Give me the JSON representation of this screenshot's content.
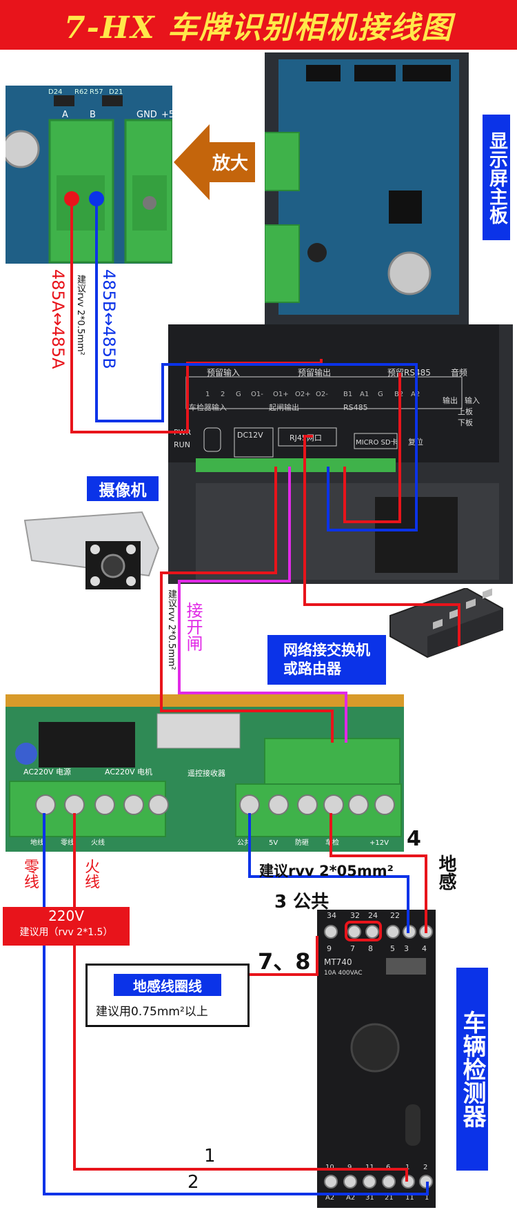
{
  "title": "7-HX 车牌识别相机接线图",
  "labels": {
    "zoom": "放大",
    "display_board": "显示屏主板",
    "wire_485a_left": "485A",
    "wire_485a_arrow": "↔",
    "wire_485a_right": "485A",
    "wire_485b_left": "485B",
    "wire_485b_arrow": "↔",
    "wire_485b_right": "485B",
    "suggest_rvv_top": "建议rvv 2*0.5mm²",
    "camera": "摄像机",
    "suggest_rvv_mid": "建议rvv 2*0.5mm²",
    "open_gate": "接开闸",
    "network_switch": "网络接交换机\n或路由器",
    "zero_line": "零线",
    "live_line": "火线",
    "power_220v": "220V",
    "power_suggest": "建议用（rvv 2*1.5）",
    "suggest_rvv_bottom": "建议rvv 2*05mm²",
    "num_4": "4",
    "ground_sense": "地感",
    "num_3_common": "3 公共",
    "num_78": "7、8",
    "loop_wire_title": "地感线圈线",
    "loop_wire_suggest": "建议用0.75mm²以上",
    "vehicle_detector": "车辆检测器",
    "num_1": "1",
    "num_2": "2"
  },
  "board_print": {
    "top_labels": [
      "预留输入",
      "预留输出",
      "预留RS485",
      "音频"
    ],
    "sub_labels": [
      "车检器输入",
      "起闸输出",
      "RS485"
    ],
    "small": [
      "PWR",
      "RUN",
      "DC12V",
      "RJ45网口",
      "MICRO SD卡",
      "复位",
      "输出",
      "输入",
      "上板",
      "下板"
    ],
    "pins": [
      "1",
      "2",
      "G",
      "O1-",
      "O1+",
      "O2+",
      "O2-",
      "B1",
      "A1",
      "G",
      "B2",
      "A2"
    ],
    "pcb_top": [
      "D24",
      "R62",
      "R57",
      "D21",
      "A",
      "B",
      "GND",
      "+5"
    ],
    "relay_top": [
      "34",
      "32",
      "24",
      "22"
    ],
    "relay_top2": [
      "9",
      "7",
      "8",
      "5",
      "3",
      "4"
    ],
    "relay_model": "MT740",
    "relay_rating": "10A 400VAC",
    "relay_bottom": [
      "10",
      "9",
      "11",
      "6",
      "1",
      "2"
    ],
    "relay_bottom2": [
      "A2",
      "A2",
      "31",
      "21",
      "11",
      "1"
    ],
    "gate_labels": [
      "AC220V 电源",
      "AC220V 电机",
      "遥控接收器"
    ],
    "gate_bottom": [
      "地线",
      "零线",
      "火线",
      "公共",
      "5V",
      "防砸",
      "车检",
      "+12V"
    ]
  },
  "colors": {
    "red": "#e8141b",
    "blue": "#0b33e8",
    "magenta": "#e12ae6",
    "title_yellow": "#ffe84a",
    "zoom_brown": "#c4650c"
  }
}
